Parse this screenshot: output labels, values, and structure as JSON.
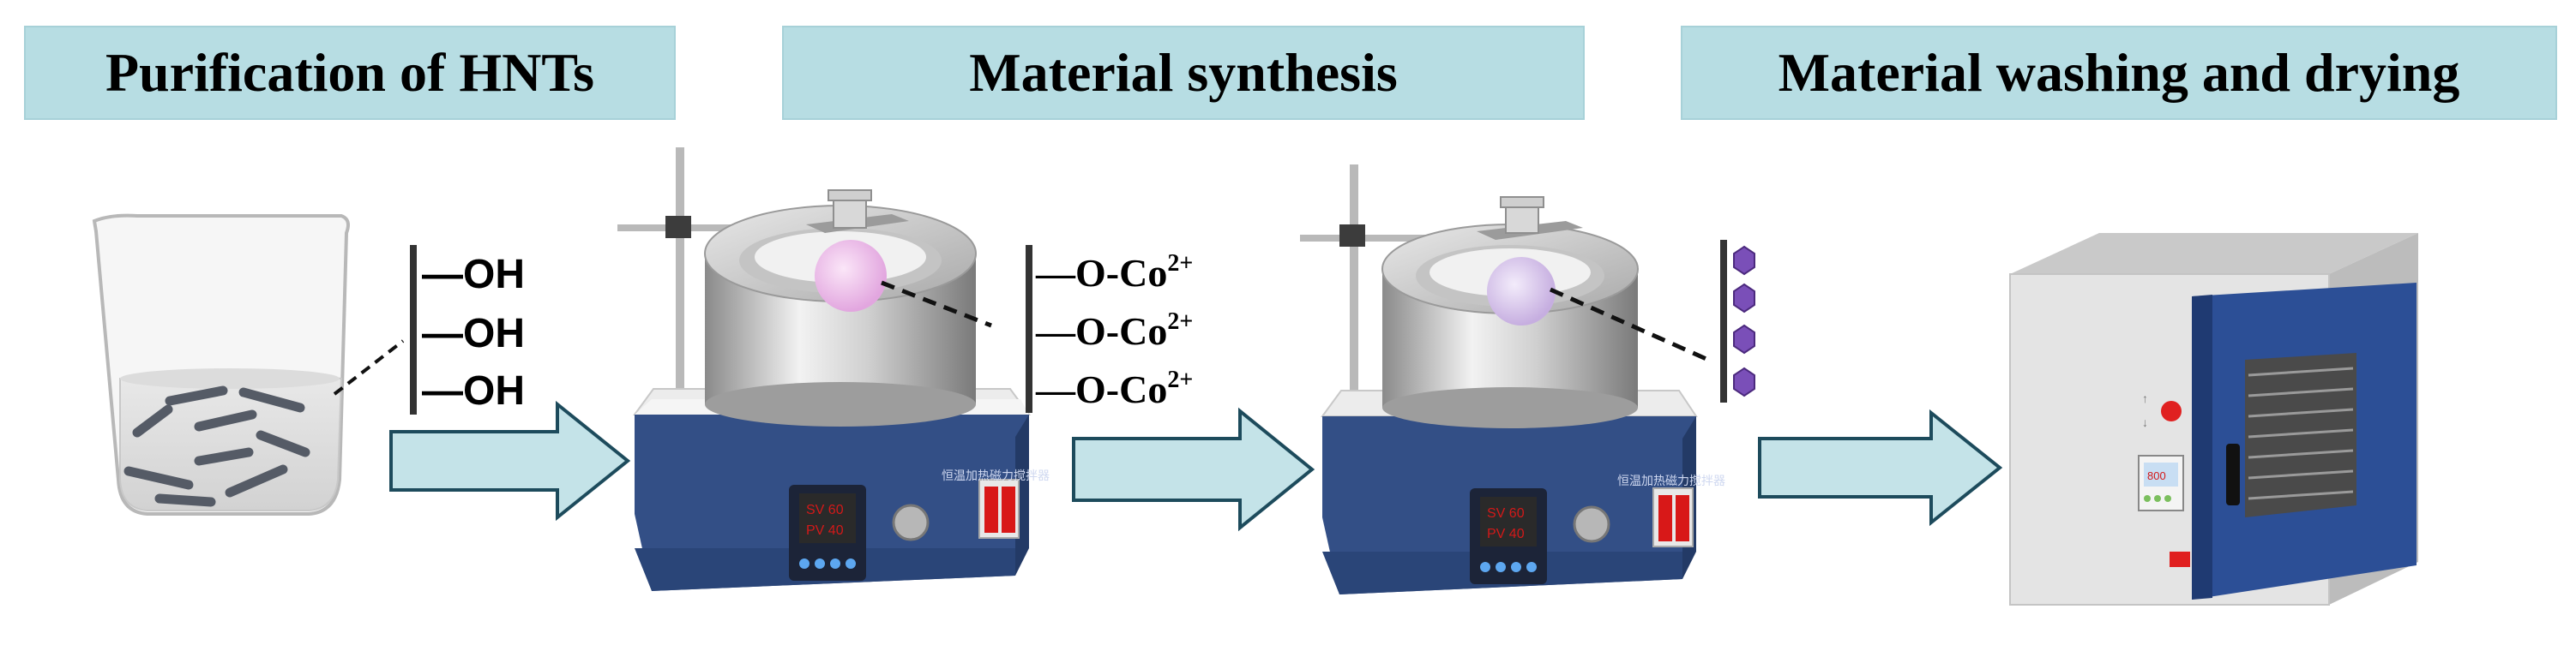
{
  "stages": [
    {
      "title": "Purification of HNTs"
    },
    {
      "title": "Material synthesis"
    },
    {
      "title": "Material washing and drying"
    }
  ],
  "hnt_groups": [
    "—OH",
    "—OH",
    "—OH"
  ],
  "cobalt_groups": [
    {
      "prefix": "—O-Co",
      "charge": "2+"
    },
    {
      "prefix": "—O-Co",
      "charge": "2+"
    },
    {
      "prefix": "—O-Co",
      "charge": "2+"
    }
  ],
  "stirrer_1": {
    "sv": "SV 60",
    "pv": "PV 40",
    "label": "恒温加热磁力搅拌器"
  },
  "stirrer_2": {
    "sv": "SV 60",
    "pv": "PV 40",
    "label": "恒温加热磁力搅拌器"
  },
  "oven": {
    "display": "800"
  },
  "colors": {
    "title_bg": "#b7dde3",
    "arrow_fill": "#c4e3e8",
    "arrow_stroke": "#1d4b5c",
    "stirrer_base": "#334f86",
    "oven_door": "#2c4f96",
    "cobalt_marker": "#7a4fb8"
  }
}
